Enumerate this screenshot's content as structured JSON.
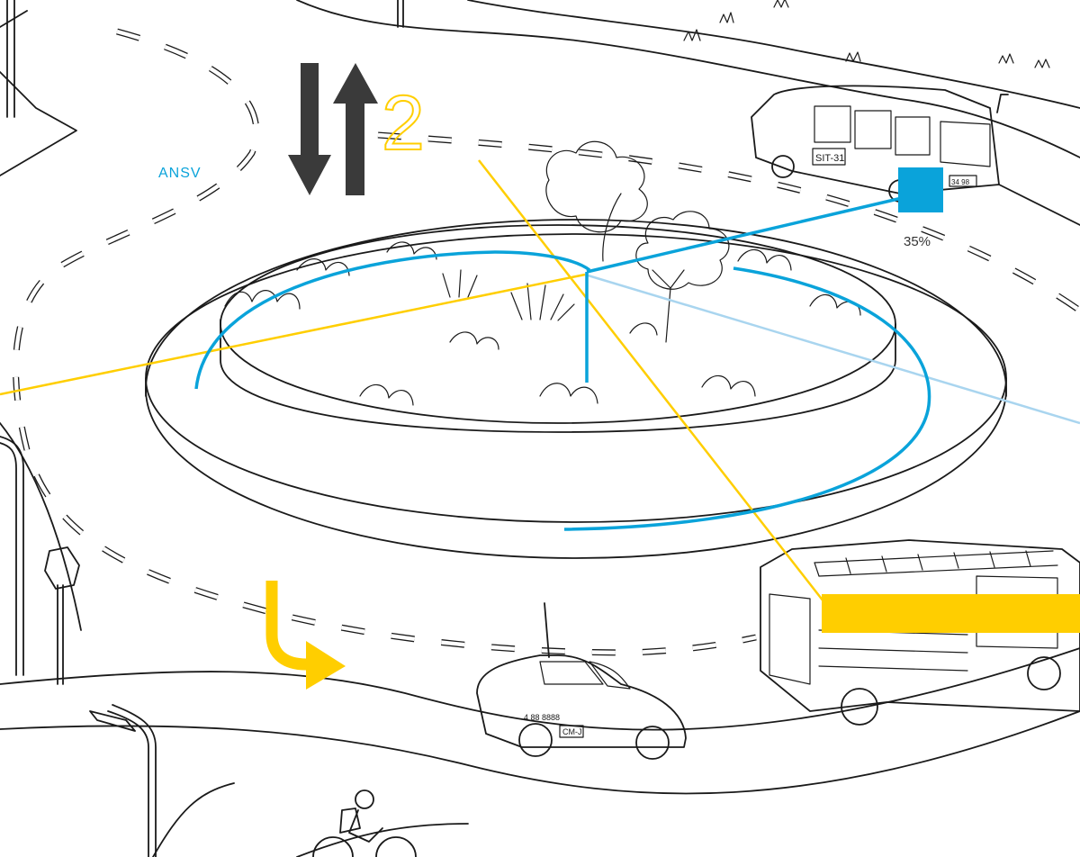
{
  "labels": {
    "brand_tag": "ANSV",
    "lane_count": "2",
    "percentage": "35%"
  },
  "vehicles": {
    "van_plate": "SIT-31",
    "van_rear_plate": "34 98",
    "taxi_phone": "4 88 8888",
    "taxi_plate": "CM-J"
  },
  "colors": {
    "ink": "#1a1a1a",
    "accent_blue": "#0aa3da",
    "light_blue": "#a9d5ef",
    "accent_yellow": "#ffce00",
    "arrow_dark": "#3a3a3a",
    "background": "#ffffff"
  },
  "icons": {
    "two_way_arrows": "two-way-traffic-icon",
    "turn_arrow": "right-turn-arrow-icon"
  }
}
